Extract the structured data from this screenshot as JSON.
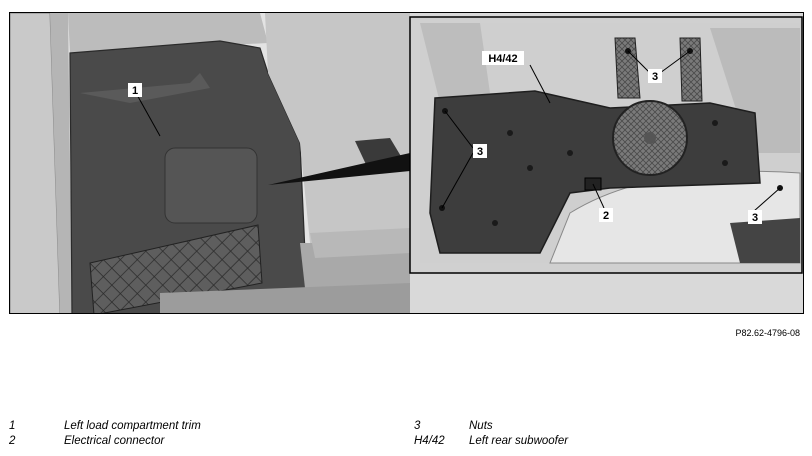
{
  "figure": {
    "callouts": {
      "c1": "1",
      "c2": "2",
      "c3a": "3",
      "c3b": "3",
      "c3c": "3",
      "h4": "H4/42"
    }
  },
  "reference_code": "P82.62-4796-08",
  "legend": {
    "items": [
      {
        "key": "1",
        "desc": "Left load compartment trim"
      },
      {
        "key": "2",
        "desc": "Electrical connector"
      },
      {
        "key": "3",
        "desc": "Nuts"
      },
      {
        "key": "H4/42",
        "desc": "Left rear subwoofer"
      }
    ]
  }
}
